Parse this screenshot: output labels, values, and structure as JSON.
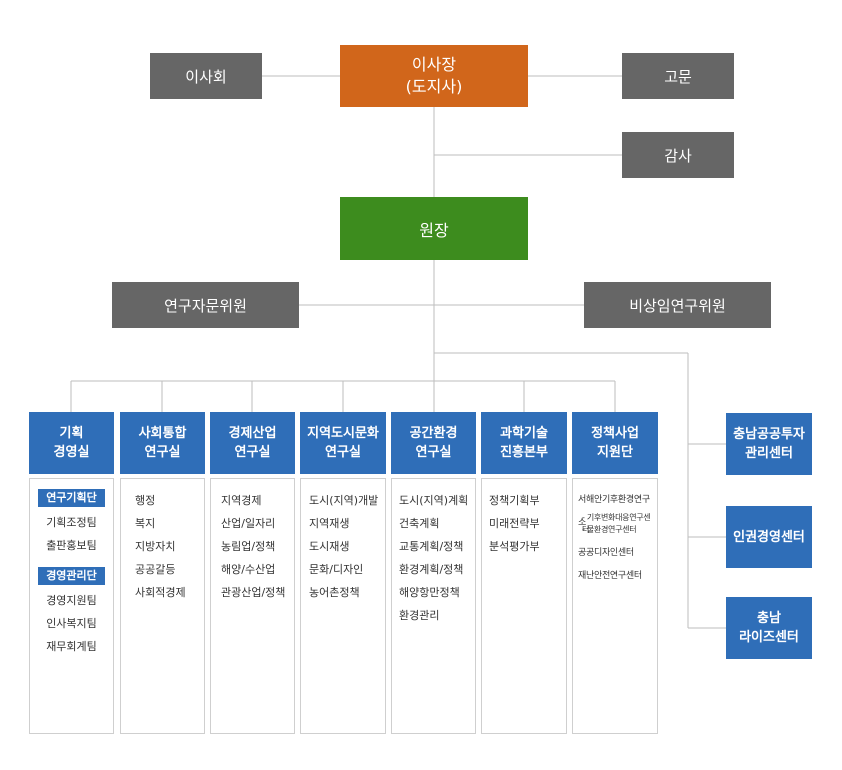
{
  "top": {
    "chair": [
      "이사장",
      "(도지사)"
    ],
    "board": "이사회",
    "advisor": "고문",
    "audit": "감사",
    "president": "원장",
    "research_advisory": "연구자문위원",
    "nonstanding": "비상임연구위원"
  },
  "divisions": [
    {
      "name": [
        "기획",
        "경영실"
      ],
      "groups": [
        {
          "title": "연구기획단",
          "items": [
            "기획조정팀",
            "출판홍보팀"
          ]
        },
        {
          "title": "경영관리단",
          "items": [
            "경영지원팀",
            "인사복지팀",
            "재무회계팀"
          ]
        }
      ]
    },
    {
      "name": [
        "사회통합",
        "연구실"
      ],
      "items": [
        "행정",
        "복지",
        "지방자치",
        "공공갈등",
        "사회적경제"
      ]
    },
    {
      "name": [
        "경제산업",
        "연구실"
      ],
      "items": [
        "지역경제",
        "산업/일자리",
        "농림업/정책",
        "해양/수산업",
        "관광산업/정책"
      ]
    },
    {
      "name": [
        "지역도시문화",
        "연구실"
      ],
      "items": [
        "도시(지역)개발",
        "지역재생",
        "도시재생",
        "문화/디자인",
        "농어촌정책"
      ]
    },
    {
      "name": [
        "공간환경",
        "연구실"
      ],
      "items": [
        "도시(지역)계획",
        "건축계획",
        "교통계획/정책",
        "환경계획/정책",
        "해양항만정책",
        "환경관리"
      ]
    },
    {
      "name": [
        "과학기술",
        "진흥본부"
      ],
      "items": [
        "정책기획부",
        "미래전략부",
        "분석평가부"
      ]
    },
    {
      "name": [
        "정책사업",
        "지원단"
      ],
      "items": [
        "서해안기후환경연구소",
        "- 기후변화대응연구센터",
        "- 물환경연구센터",
        "공공디자인센터",
        "재난안전연구센터"
      ]
    }
  ],
  "centers": [
    [
      "충남공공투자",
      "관리센터"
    ],
    [
      "인권경영센터"
    ],
    [
      "충남",
      "라이즈센터"
    ]
  ]
}
